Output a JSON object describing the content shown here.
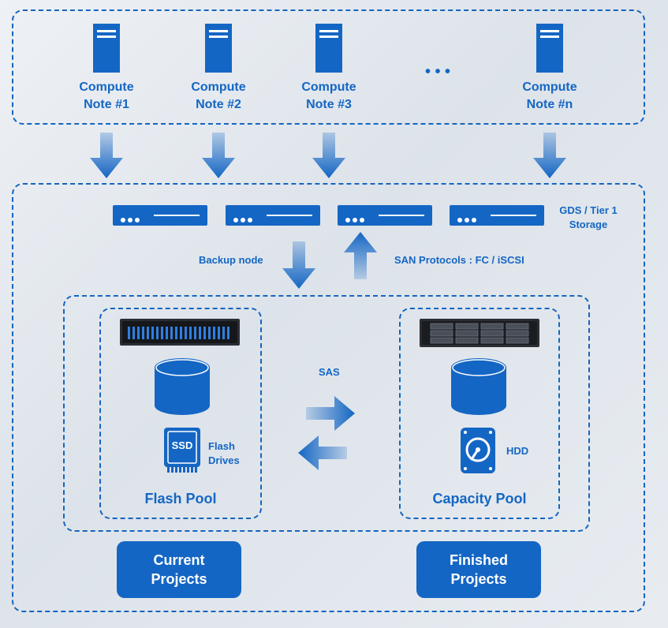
{
  "compute_nodes": [
    {
      "line1": "Compute",
      "line2": "Note #1"
    },
    {
      "line1": "Compute",
      "line2": "Note #2"
    },
    {
      "line1": "Compute",
      "line2": "Note #3"
    },
    {
      "line1": "Compute",
      "line2": "Note #n"
    }
  ],
  "ellipsis": "• • •",
  "storage_tier": {
    "line1": "GDS / Tier 1",
    "line2": "Storage"
  },
  "backup_label": "Backup node",
  "san_label": "SAN Protocols : FC / iSCSI",
  "sas_label": "SAS",
  "flash_pool": {
    "title": "Flash Pool",
    "ssd_text": "SSD",
    "drive_line1": "Flash",
    "drive_line2": "Drives"
  },
  "capacity_pool": {
    "title": "Capacity Pool",
    "hdd_text": "HDD"
  },
  "projects": {
    "current": {
      "line1": "Current",
      "line2": "Projects"
    },
    "finished": {
      "line1": "Finished",
      "line2": "Projects"
    }
  },
  "colors": {
    "accent": "#1466c4",
    "dark": "#0d4fa0"
  }
}
